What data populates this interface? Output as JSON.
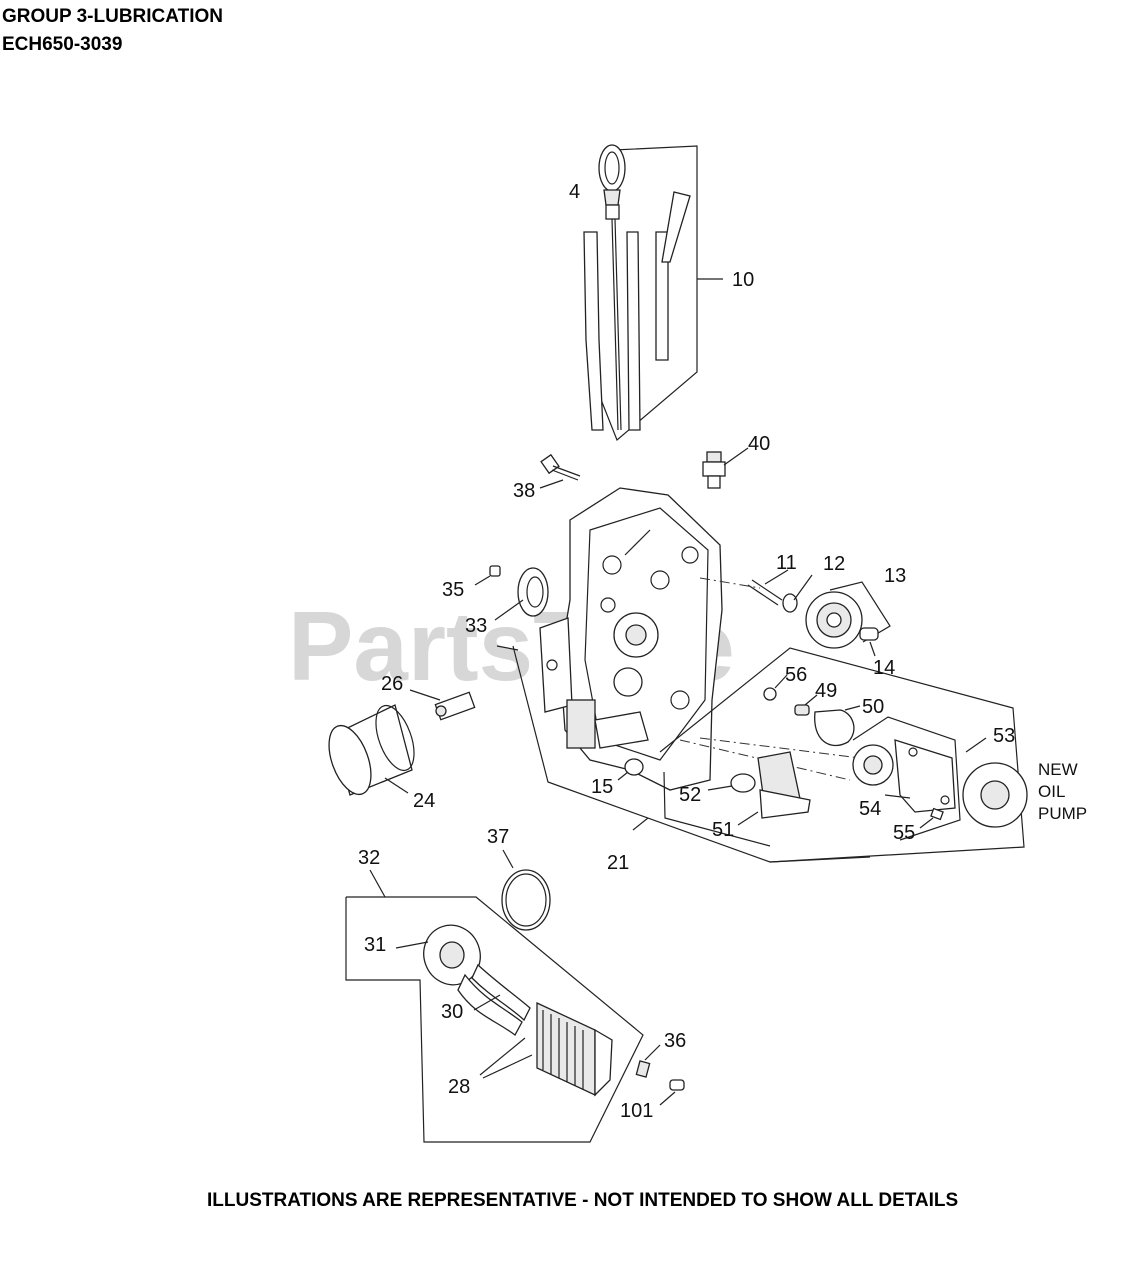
{
  "header": {
    "line1": "GROUP 3-LUBRICATION",
    "line2": "ECH650-3039"
  },
  "footer": "ILLUSTRATIONS ARE REPRESENTATIVE - NOT INTENDED TO SHOW ALL DETAILS",
  "watermark": "PartsTree",
  "note": {
    "line1": "NEW",
    "line2": "OIL",
    "line3": "PUMP"
  },
  "callouts": {
    "c4": "4",
    "c10": "10",
    "c40": "40",
    "c38": "38",
    "c11": "11",
    "c12": "12",
    "c13": "13",
    "c14": "14",
    "c35": "35",
    "c33": "33",
    "c26": "26",
    "c56": "56",
    "c49": "49",
    "c50": "50",
    "c53": "53",
    "c24": "24",
    "c15": "15",
    "c52": "52",
    "c54": "54",
    "c55": "55",
    "c51": "51",
    "c21": "21",
    "c37": "37",
    "c32": "32",
    "c31": "31",
    "c30": "30",
    "c36": "36",
    "c28": "28",
    "c101": "101"
  }
}
